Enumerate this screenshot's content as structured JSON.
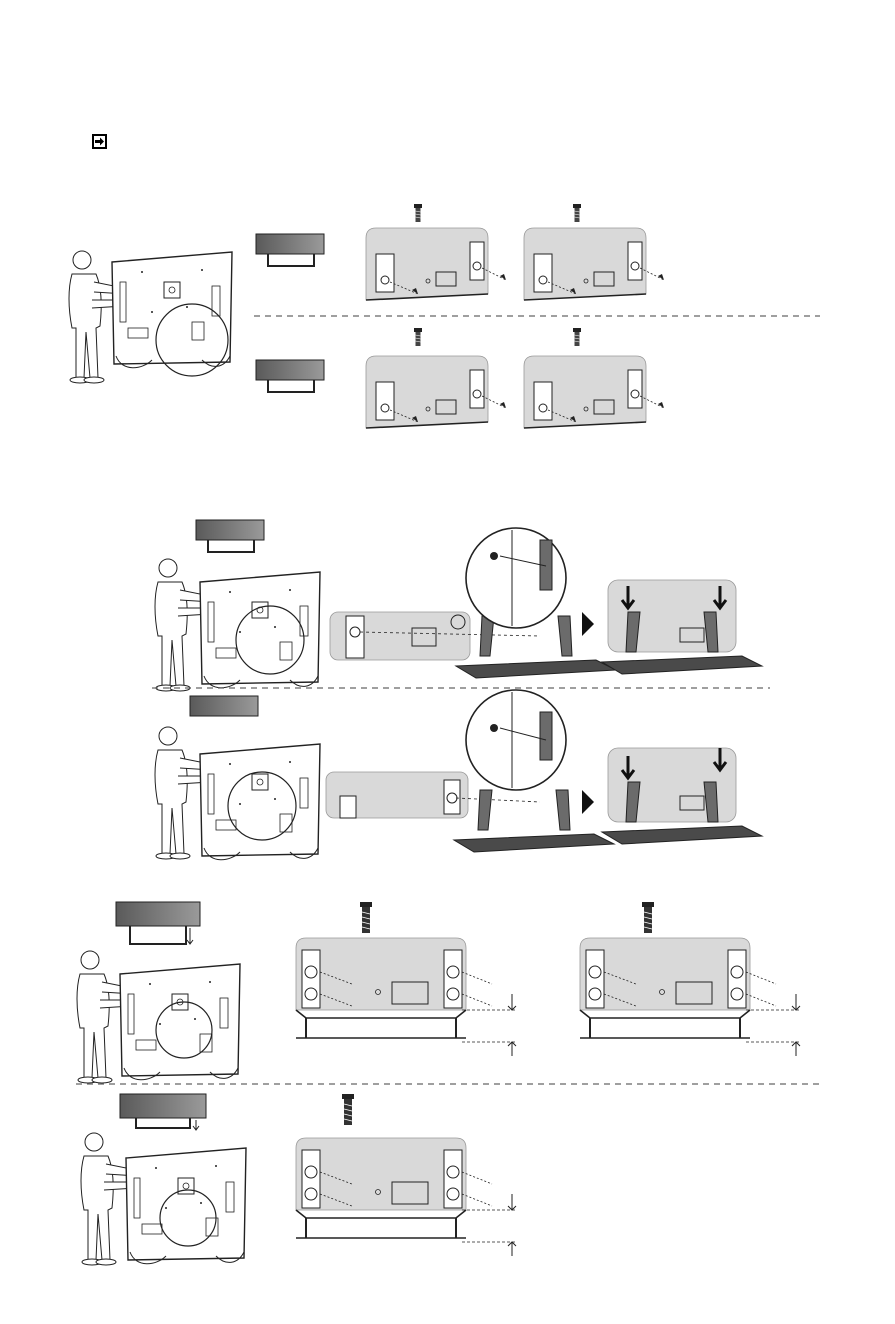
{
  "icons": {
    "note_marker": "arrow-right-box-icon",
    "screw": "screw-icon",
    "person": "person-icon",
    "down_arrow": "arrow-down-icon"
  },
  "colors": {
    "panel": "#d9d9d9",
    "stand_dark": "#4a4a4a",
    "stand_base": "#6b6b6b",
    "line": "#1a1a1a",
    "dash": "#666666"
  },
  "sections": [
    {
      "id": "step-1",
      "rows": 2,
      "columns": 2
    },
    {
      "id": "step-2",
      "rows": 2,
      "columns": 2
    },
    {
      "id": "step-3",
      "rows": 2,
      "columns": 2
    }
  ]
}
